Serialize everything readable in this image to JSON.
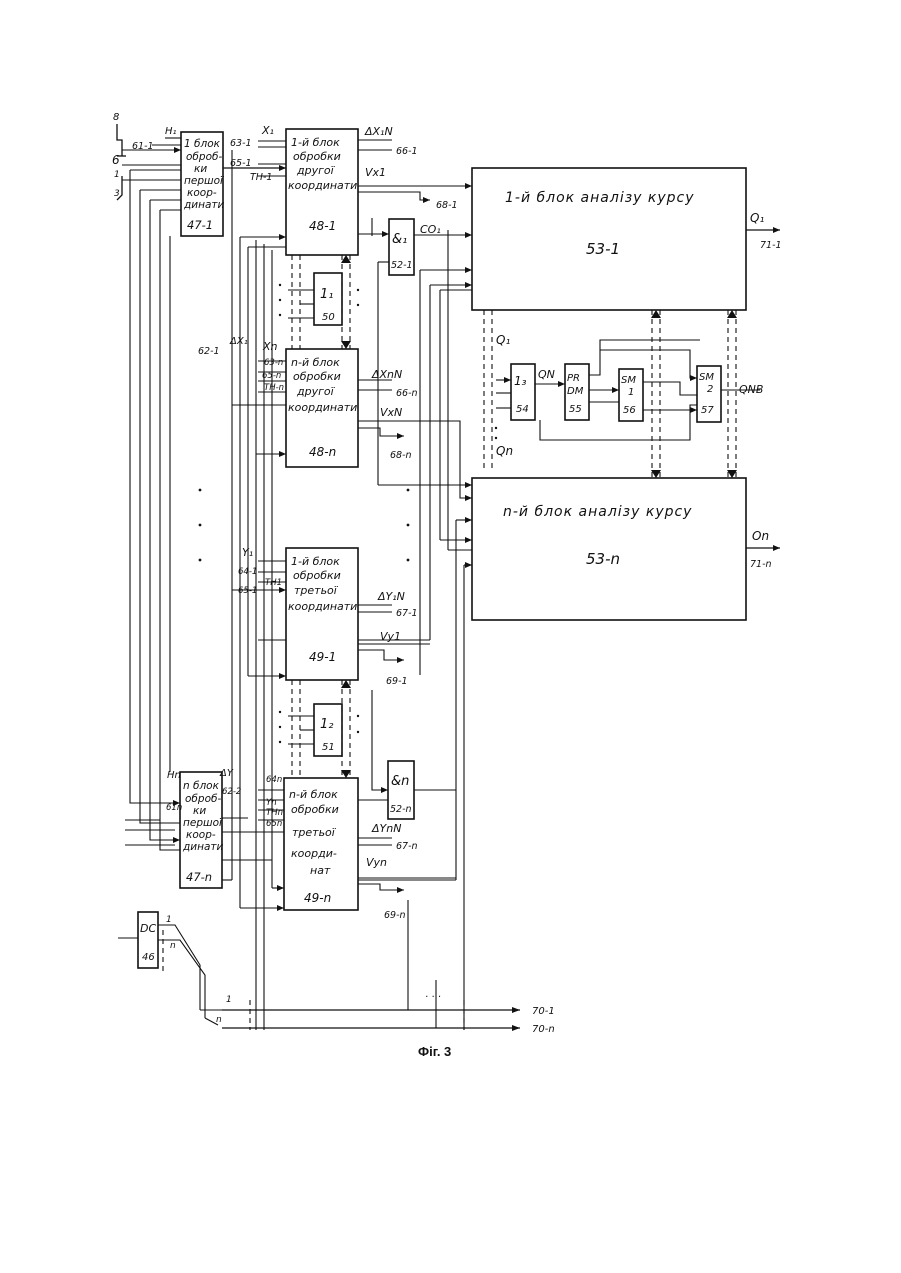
{
  "figure": {
    "caption": "Фіг. 3",
    "blocks": [
      {
        "id": "b47_1",
        "lines": [
          "1 блок",
          "оброб-",
          "ки",
          "першої",
          "коор-",
          "динати"
        ],
        "number": "47-1"
      },
      {
        "id": "b47_n",
        "lines": [
          "n блок",
          "оброб-",
          "ки",
          "першої",
          "коор-",
          "динати"
        ],
        "number": "47-n"
      },
      {
        "id": "b48_1",
        "lines": [
          "1-й блок",
          "обробки",
          "другої",
          "координати"
        ],
        "number": "48-1"
      },
      {
        "id": "b48_n",
        "lines": [
          "n-й блок",
          "обробки",
          "другої",
          "координати"
        ],
        "number": "48-n"
      },
      {
        "id": "b49_1",
        "lines": [
          "1-й блок",
          "обробки",
          "третьої",
          "координати"
        ],
        "number": "49-1"
      },
      {
        "id": "b49_n",
        "lines": [
          "n-й блок",
          "обробки",
          "третьої",
          "коорди-",
          "нат"
        ],
        "number": "49-n"
      },
      {
        "id": "b53_1",
        "lines": [
          "1-й блок аналізу курсу"
        ],
        "number": "53-1"
      },
      {
        "id": "b53_n",
        "lines": [
          "n-й блок аналізу курсу"
        ],
        "number": "53-n"
      },
      {
        "id": "b50",
        "lines": [
          "1₁"
        ],
        "number": "50"
      },
      {
        "id": "b51",
        "lines": [
          "1₂"
        ],
        "number": "51"
      },
      {
        "id": "b52_1",
        "lines": [
          "&₁"
        ],
        "number": "52-1"
      },
      {
        "id": "b52_n",
        "lines": [
          "&n"
        ],
        "number": "52-n"
      },
      {
        "id": "b54",
        "lines": [
          "1₃"
        ],
        "number": "54"
      },
      {
        "id": "b55",
        "lines": [
          "PR",
          "DM"
        ],
        "number": "55"
      },
      {
        "id": "b56",
        "lines": [
          "SM",
          "1"
        ],
        "number": "56"
      },
      {
        "id": "b57",
        "lines": [
          "SM",
          "2"
        ],
        "number": "57"
      },
      {
        "id": "b46",
        "lines": [
          "DC"
        ],
        "number": "46"
      }
    ],
    "labels": {
      "top_8": "8",
      "left_6": "6",
      "left_1": "1",
      "left_3": "3",
      "in_61_1": "61-1",
      "in_H1": "H₁",
      "in_63_1": "63-1",
      "in_X1": "X₁",
      "in_65_1": "65-1",
      "in_TH1": "TH-1",
      "out_dX1N": "ΔX₁N",
      "out_66_1": "66-1",
      "out_Vx1": "Vx1",
      "out_68_1": "68-1",
      "out_CO1": "CO₁",
      "out_Q1": "Q₁",
      "out_71_1": "71-1",
      "sig_62_1": "62-1",
      "sig_dX1": "ΔX₁",
      "in_Xn": "Xn",
      "in_63_n": "63-n",
      "in_65_n": "65-n",
      "in_THn": "TH-n",
      "out_dXnN": "ΔXnN",
      "out_66_n": "66-n",
      "out_VxN": "VxN",
      "out_68_n": "68-n",
      "sig_Q1": "Q₁",
      "sig_Qn": "Qn",
      "sig_QN": "QN",
      "sig_QNB": "QNB",
      "in_Y1": "Y₁",
      "in_64_1": "64-1",
      "in_TH1b": "TH1",
      "in_65_1b": "65-1",
      "out_dY1N": "ΔY₁N",
      "out_67_1": "67-1",
      "out_Vy1": "Vy1",
      "out_69_1": "69-1",
      "out_On": "On",
      "out_71_n": "71-n",
      "in_Hn": "Hn",
      "in_61n": "61n",
      "sig_dY": "ΔY",
      "sig_62_2": "62-2",
      "in_64n": "64n",
      "in_Yn": "Yn",
      "in_THn2": "THn",
      "in_65n": "65n",
      "out_dYnN": "ΔYnN",
      "out_67_n": "67-n",
      "out_Vyn": "Vyn",
      "out_69_n": "69-n",
      "dc_1": "1",
      "dc_n": "n",
      "bus_1": "1",
      "bus_n": "n",
      "out_70_1": "70-1",
      "out_70_n": "70-n",
      "dots": "· · ·"
    }
  }
}
